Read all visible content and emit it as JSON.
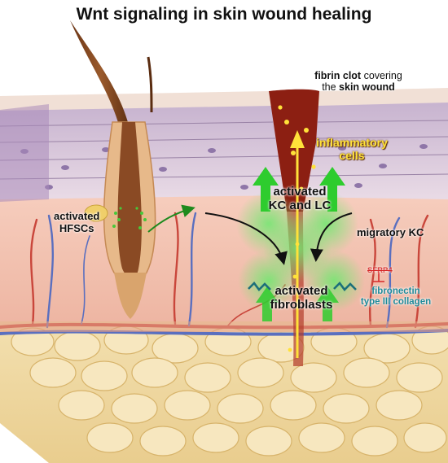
{
  "title": "Wnt signaling in skin wound healing",
  "labels": {
    "clot_bold": "fibrin clot",
    "clot_rest": " covering",
    "clot_line2_pre": "the ",
    "clot_line2_bold": "skin wound",
    "inflammatory_1": "inflammatory",
    "inflammatory_2": "cells",
    "kc_lc_1": "activated",
    "kc_lc_2": "KC and LC",
    "hfsc_1": "activated",
    "hfsc_2": "HFSCs",
    "migratory": "migratory KC",
    "sfrp4": "SFRP4",
    "fibroblasts_1": "activated",
    "fibroblasts_2": "fibroblasts",
    "ecm_1": "fibronectin",
    "ecm_2": "type III collagen"
  },
  "colors": {
    "title": "#111111",
    "signal_arrow": "#2ecc2e",
    "inflammatory_text": "#ffe23a",
    "ecm_text": "#1f8a9a",
    "inhibitor": "#d62828",
    "clot": "#8c1f12"
  }
}
